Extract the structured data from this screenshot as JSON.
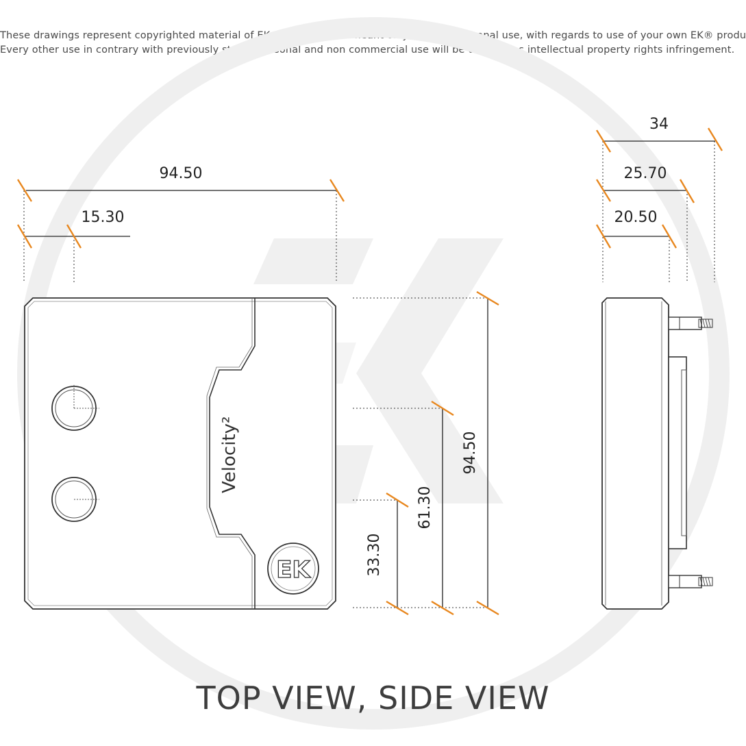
{
  "disclaimer": {
    "line1": "These drawings represent copyrighted material of EK® and they are meant only for your personal use, with regards to use of  your own EK® products.",
    "line2": "Every other use in contrary with previously stated personal and non commercial use will be deemed as intellectual property rights infringement."
  },
  "top_view": {
    "width_dim": "94.50",
    "port_offset_dim": "15.30",
    "height_dim": "94.50",
    "port2_dim": "61.30",
    "port1_dim": "33.30",
    "product_label": "Velocity²",
    "logo_text": "EK"
  },
  "side_view": {
    "total_dim": "34",
    "dim_mid": "25.70",
    "dim_small": "20.50"
  },
  "caption": "TOP VIEW, SIDE VIEW",
  "colors": {
    "dimension_tick": "#e8871e",
    "outline": "#333333",
    "watermark": "#efefef"
  }
}
